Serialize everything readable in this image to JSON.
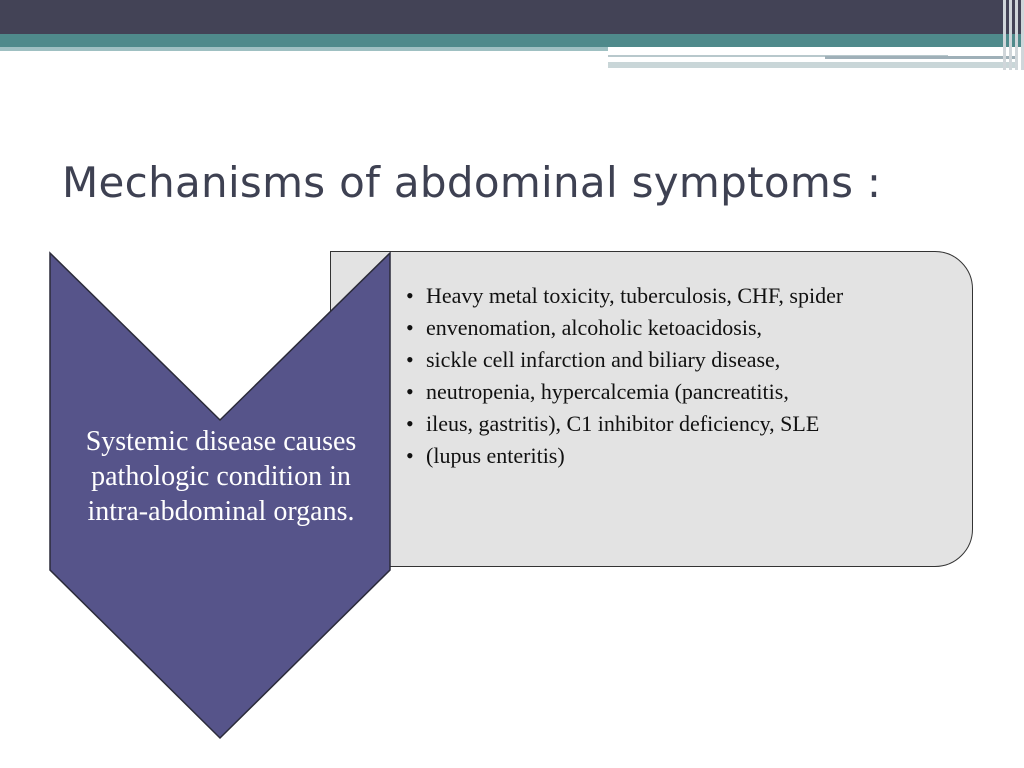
{
  "slide": {
    "title": "Mechanisms of abdominal symptoms :",
    "chevron_text": "Systemic disease causes pathologic condition in intra-abdominal organs.",
    "bullets": [
      "Heavy metal toxicity, tuberculosis, CHF, spider",
      "envenomation, alcoholic ketoacidosis,",
      "sickle cell infarction and biliary disease,",
      "neutropenia, hypercalcemia (pancreatitis,",
      "ileus, gastritis), C1 inhibitor deficiency, SLE",
      "(lupus enteritis)"
    ],
    "bullet_symbol": "•"
  },
  "colors": {
    "header_dark": "#434356",
    "header_teal": "#4f8a8b",
    "chevron_fill": "#56548a",
    "content_box_fill": "#e3e3e3",
    "title_text": "#3e4152"
  }
}
